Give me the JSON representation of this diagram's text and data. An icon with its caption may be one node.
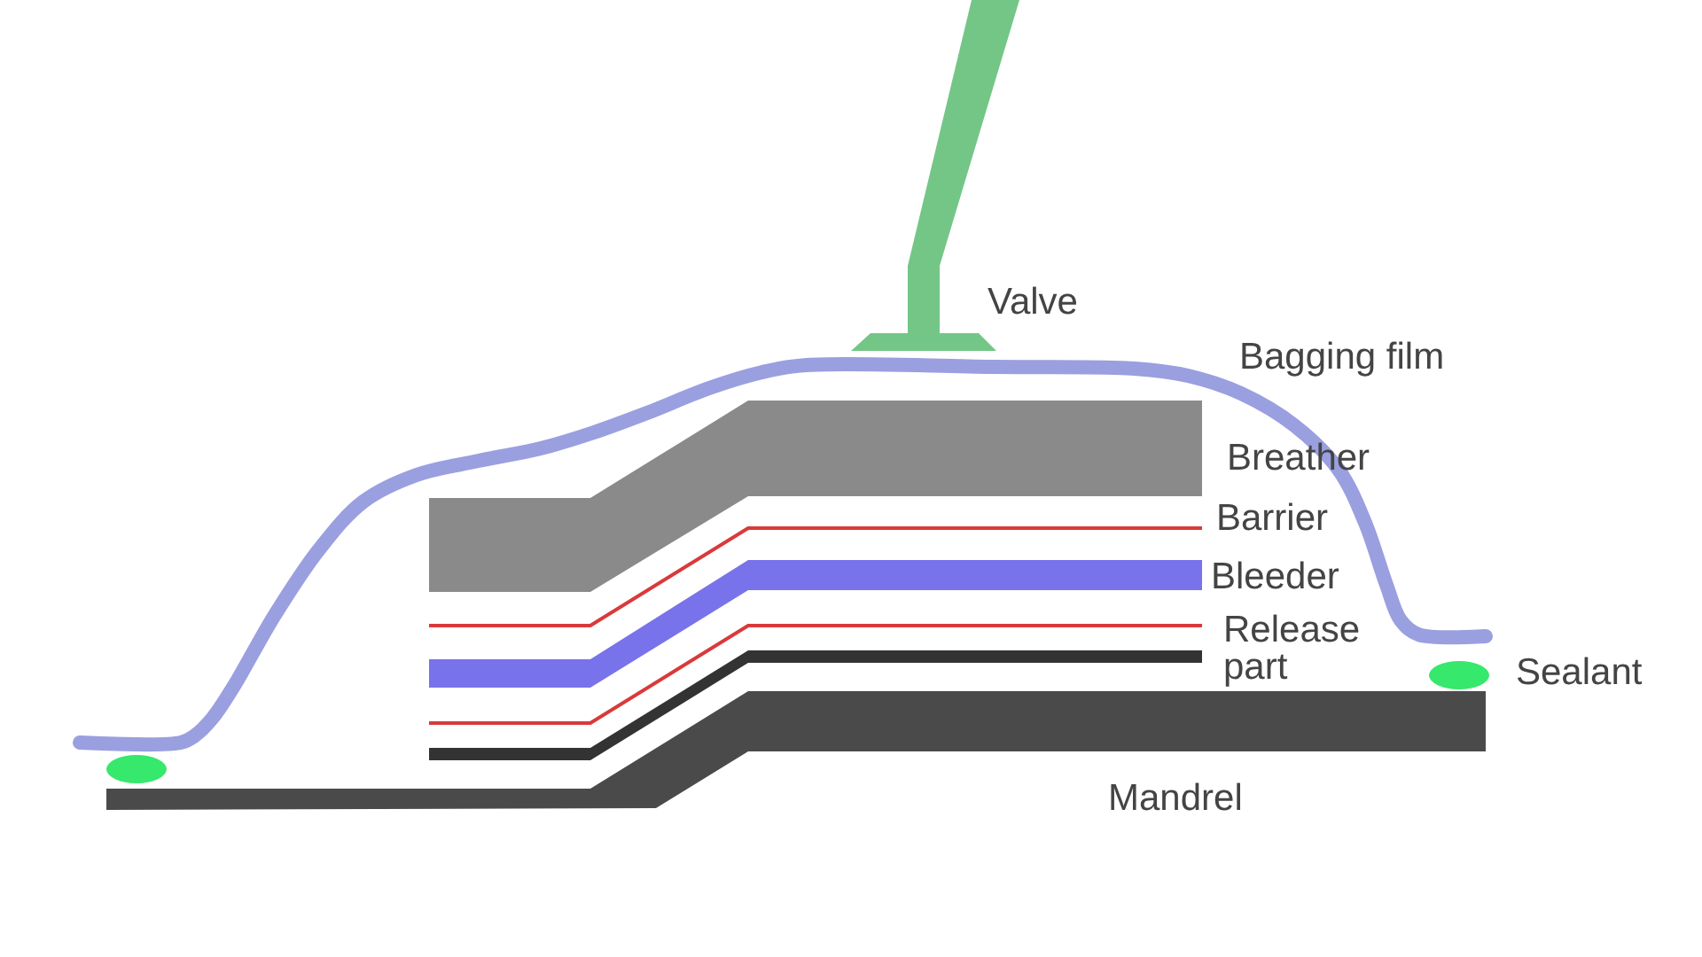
{
  "diagram": {
    "labels": [
      "Valve",
      "Bagging film",
      "Breather",
      "Barrier",
      "Bleeder",
      "Release",
      "part",
      "Sealant",
      "Mandrel"
    ]
  }
}
